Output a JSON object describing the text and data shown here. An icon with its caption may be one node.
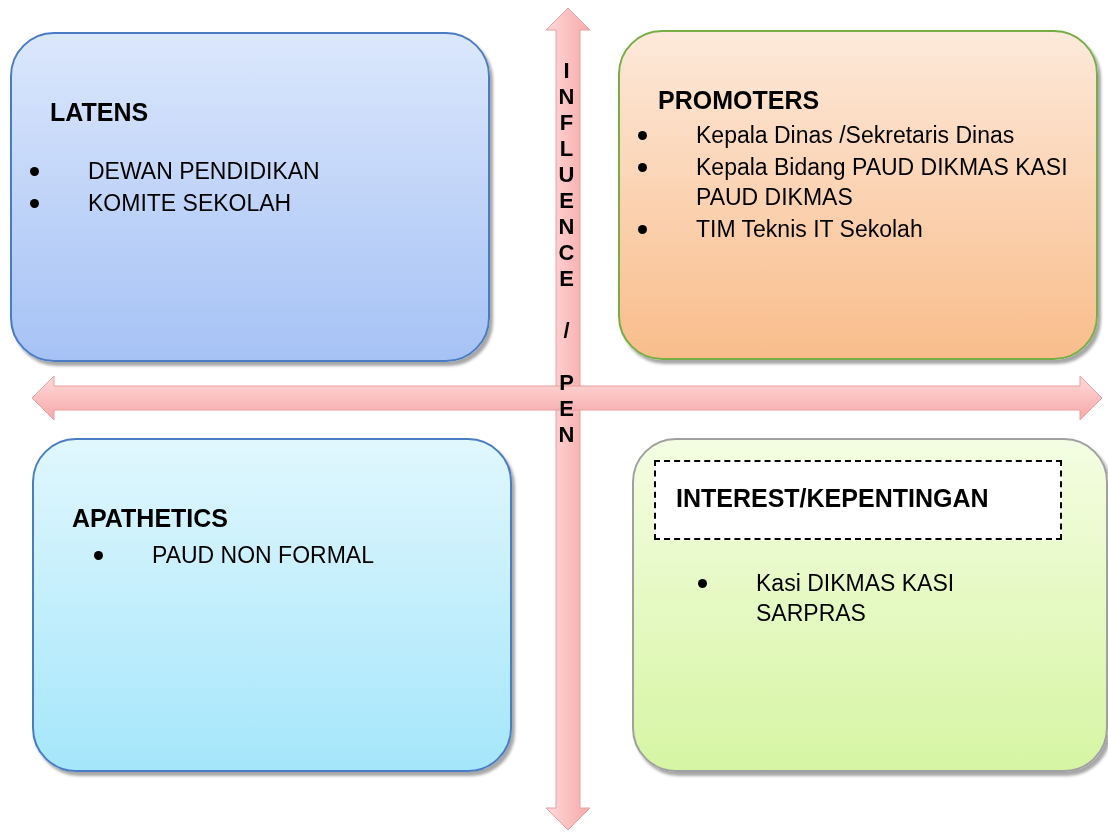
{
  "diagram": {
    "nodes": [
      {
        "text": [
          "LATENS",
          "DEWAN PENDIDIKAN",
          "KOMITE SEKOLAH"
        ]
      },
      {
        "text": [
          "PROMOTERS",
          "Kepala Dinas /Sekretaris Dinas",
          "Kepala Bidang PAUD DIKMAS KASI PAUD DIKMAS",
          "TIM Teknis IT Sekolah"
        ]
      },
      {
        "text": [
          "APATHETICS",
          "PAUD NON FORMAL"
        ]
      },
      {
        "text": [
          "Kasi DIKMAS KASI SARPRAS"
        ]
      },
      {
        "text": [
          "INTEREST/KEPENTINGAN"
        ],
        "in": 3
      }
    ],
    "labels": [
      "INFLUENCE / PEN"
    ]
  }
}
